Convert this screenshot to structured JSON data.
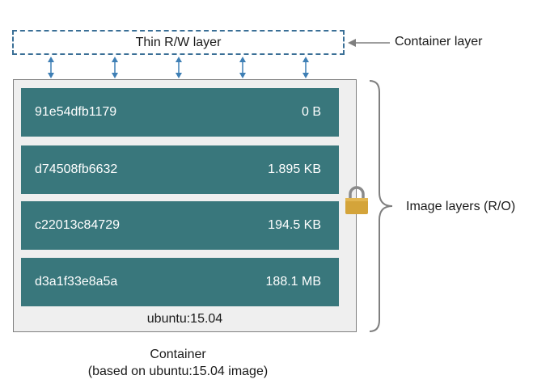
{
  "rw_layer": {
    "label": "Thin R/W layer"
  },
  "container_layer_label": "Container layer",
  "image_layers_label": "Image layers (R/O)",
  "layers": [
    {
      "id": "91e54dfb1179",
      "size": "0 B"
    },
    {
      "id": "d74508fb6632",
      "size": "1.895 KB"
    },
    {
      "id": "c22013c84729",
      "size": "194.5 KB"
    },
    {
      "id": "d3a1f33e8a5a",
      "size": "188.1 MB"
    }
  ],
  "image_name": "ubuntu:15.04",
  "caption": {
    "line1": "Container",
    "line2": "(based on ubuntu:15.04 image)"
  },
  "colors": {
    "layer_fill": "#39777c",
    "dashed_border": "#3a6f96",
    "arrow": "#3e7fb5",
    "stack_bg": "#efefef",
    "lock": "#d4a43a"
  },
  "icons": {
    "lock": "lock-icon",
    "brace": "right-curly-brace",
    "arrows": "bidirectional-arrow"
  }
}
